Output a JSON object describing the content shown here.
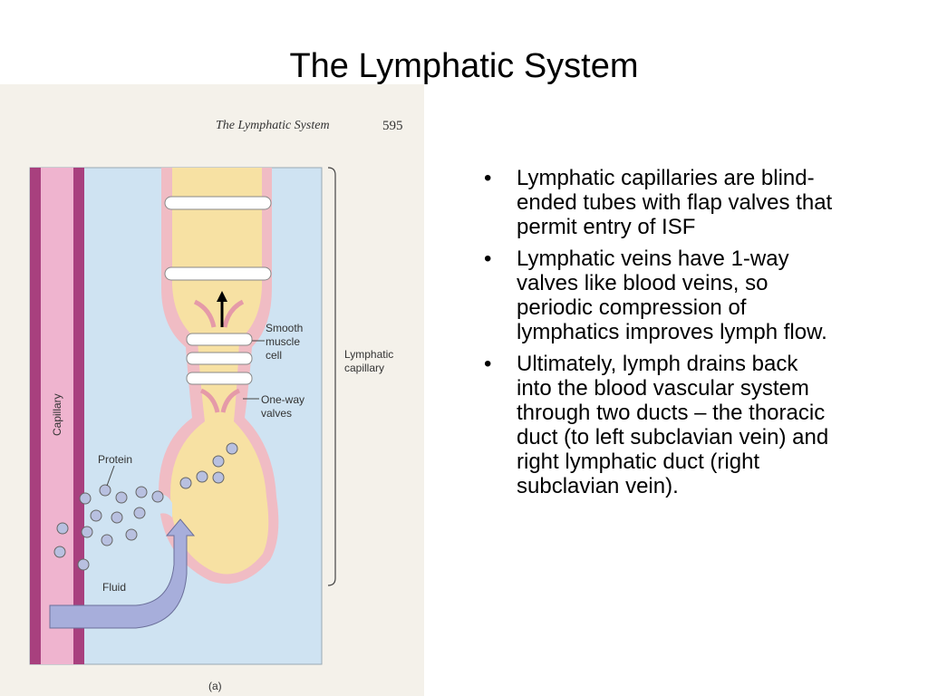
{
  "slide": {
    "title": "The Lymphatic System"
  },
  "figure": {
    "header": "The Lymphatic System",
    "page_number": "595",
    "labels": {
      "capillary": "Capillary",
      "smooth_muscle": [
        "Smooth",
        "muscle",
        "cell"
      ],
      "lymphatic_capillary": [
        "Lymphatic",
        "capillary"
      ],
      "one_way_valves": [
        "One-way",
        "valves"
      ],
      "protein": "Protein",
      "fluid": "Fluid",
      "panel": "(a)"
    },
    "colors": {
      "background": "#cfe3f2",
      "capillary_pink": "#efb4cf",
      "capillary_wall": "#a8407e",
      "lymph_vessel": "#f7e1a3",
      "lymph_wall": "#f0bcc4",
      "protein": "#b8c0e0",
      "fluid_arrow": "#a7aedb"
    }
  },
  "bullets": [
    "Lymphatic capillaries are blind-ended tubes with flap valves that permit entry of ISF",
    "Lymphatic veins have 1-way valves like blood veins, so periodic compression of lymphatics improves lymph flow.",
    "Ultimately, lymph drains back into the blood vascular system through two ducts – the thoracic duct (to left subclavian vein) and right lymphatic duct (right subclavian vein)."
  ]
}
